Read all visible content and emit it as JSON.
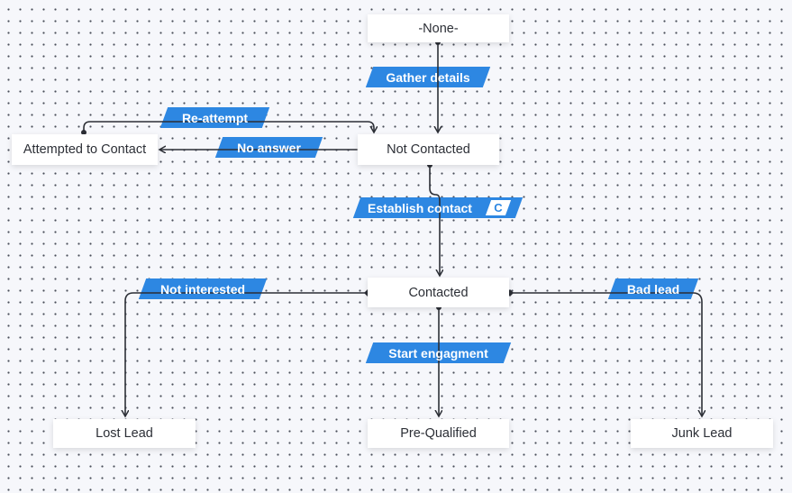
{
  "colors": {
    "canvas_background": "#f6f7fb",
    "node_background": "#ffffff",
    "node_text": "#2c2f36",
    "edge": "#2c2f36",
    "transition_label_background": "#2d87e2",
    "transition_label_text": "#ffffff"
  },
  "nodes": {
    "none": "-None-",
    "attempted": "Attempted to Contact",
    "not_contacted": "Not Contacted",
    "contacted": "Contacted",
    "lost": "Lost Lead",
    "prequalified": "Pre-Qualified",
    "junk": "Junk Lead"
  },
  "transitions": {
    "gather_details": "Gather details",
    "reattempt": "Re-attempt",
    "no_answer": "No answer",
    "establish_contact": "Establish contact",
    "establish_contact_badge": "C",
    "not_interested": "Not interested",
    "bad_lead": "Bad lead",
    "start_engagment": "Start engagment"
  }
}
